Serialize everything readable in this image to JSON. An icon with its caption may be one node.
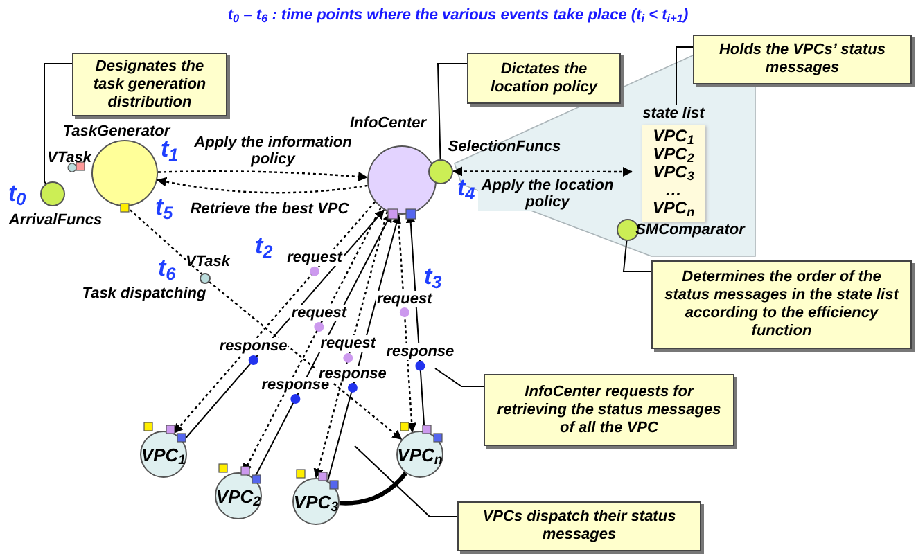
{
  "diagram": {
    "title": "t$_{0}$ – t$_{6}$ : time points where the various events take place (t$_{i}$ < t$_{i+1}$)",
    "nodes": [
      {
        "text": [
          "Designates the task generation distribution"
        ]
      },
      {
        "text": [
          "TaskGenerator"
        ]
      },
      {
        "text": [
          "ArrivalFuncs"
        ]
      },
      {
        "text": [
          "Dictates the location policy"
        ]
      },
      {
        "text": [
          "InfoCenter"
        ]
      },
      {
        "text": [
          "SelectionFuncs"
        ]
      },
      {
        "text": [
          "Holds the VPCs’ status messages"
        ]
      },
      {
        "text": [
          "state list",
          "VPC$_{1}$",
          "VPC$_{2}$",
          "VPC$_{3}$",
          "…",
          "VPC$_{n}$"
        ]
      },
      {
        "text": [
          "SMComparator"
        ]
      },
      {
        "text": [
          "Determines the order of the status messages in the state list according to the efficiency function"
        ]
      },
      {
        "text": [
          "VTask"
        ],
        "beside": [
          "Task dispatching"
        ]
      },
      {
        "text": [
          "VPC$_{1}$"
        ]
      },
      {
        "text": [
          "VPC$_{2}$"
        ]
      },
      {
        "text": [
          "VPC$_{3}$"
        ]
      },
      {
        "text": [
          "VPC$_{n}$"
        ]
      },
      {
        "text": [
          "InfoCenter requests for retrieving the status messages of all the VPC"
        ]
      },
      {
        "text": [
          "VPCs dispatch their status messages"
        ]
      }
    ],
    "edges": [
      {
        "from": 0,
        "to": 2,
        "arrow": "none"
      },
      {
        "from": 1,
        "to": 4,
        "arrow": "to",
        "style": "dashed",
        "label": "Apply the information policy"
      },
      {
        "from": 4,
        "to": 1,
        "arrow": "to",
        "style": "dashed",
        "label": "Retrieve the best VPC"
      },
      {
        "from": 3,
        "to": 5,
        "arrow": "none"
      },
      {
        "from": 5,
        "to": 7,
        "arrow": "both",
        "style": "dashed",
        "label": "Apply the location policy"
      },
      {
        "from": 6,
        "to": 7,
        "arrow": "none"
      },
      {
        "from": 9,
        "to": 8,
        "arrow": "none"
      },
      {
        "from": 1,
        "to": 10,
        "arrow": "none",
        "style": "dashed"
      },
      {
        "from": 10,
        "to": 14,
        "arrow": "to",
        "style": "dashed"
      },
      {
        "from": 4,
        "to": 11,
        "arrow": "to",
        "style": "dashed",
        "label": "request"
      },
      {
        "from": 4,
        "to": 12,
        "arrow": "to",
        "style": "dashed",
        "label": "request"
      },
      {
        "from": 4,
        "to": 13,
        "arrow": "to",
        "style": "dashed",
        "label": "request"
      },
      {
        "from": 4,
        "to": 14,
        "arrow": "to",
        "style": "dashed",
        "label": "request"
      },
      {
        "from": 11,
        "to": 4,
        "arrow": "to",
        "label": "response"
      },
      {
        "from": 12,
        "to": 4,
        "arrow": "to",
        "label": "response"
      },
      {
        "from": 13,
        "to": 4,
        "arrow": "to",
        "label": "response"
      },
      {
        "from": 14,
        "to": 4,
        "arrow": "to",
        "label": "response"
      },
      {
        "from": 13,
        "to": 14,
        "arrow": "none",
        "style": "thick"
      },
      {
        "from": 15,
        "to": null,
        "arrow": "none"
      },
      {
        "from": 16,
        "to": null,
        "arrow": "none"
      }
    ],
    "labels": [
      "VTask",
      "t$_{0}$",
      "t$_{1}$",
      "t$_{5}$",
      "t$_{4}$",
      "t$_{6}$",
      "t$_{2}$",
      "t$_{3}$"
    ]
  }
}
